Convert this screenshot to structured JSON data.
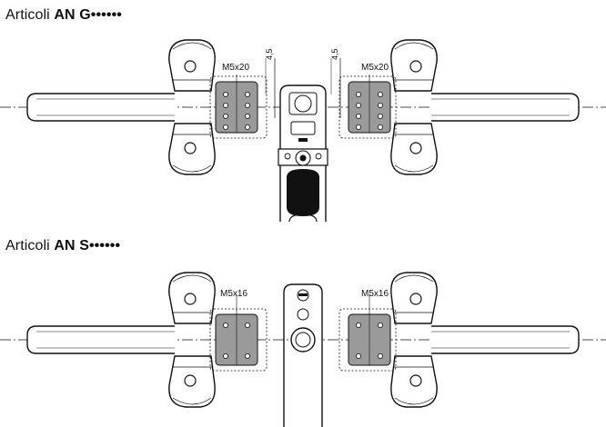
{
  "section_g": {
    "prefix": "Articoli",
    "code": "AN G••••••",
    "screw_label_left": "M5x20",
    "screw_label_right": "M5x20",
    "dim_left": "4,5",
    "dim_right": "4,5"
  },
  "section_s": {
    "prefix": "Articoli",
    "code": "AN S••••••",
    "screw_label_left": "M5x16",
    "screw_label_right": "M5x16"
  },
  "colors": {
    "line": "#111111",
    "plate": "#9a9a9a",
    "hole": "#ffffff"
  }
}
